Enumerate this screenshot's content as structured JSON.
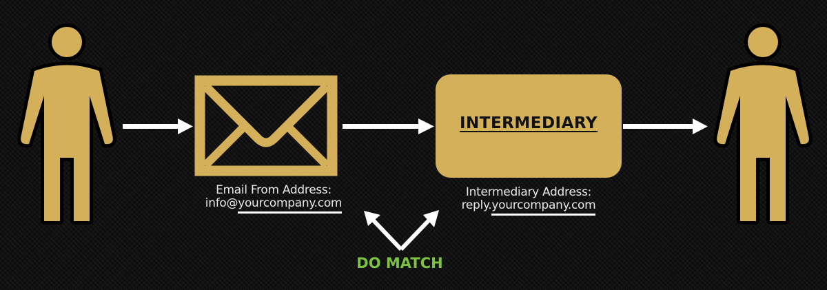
{
  "colors": {
    "accent": "#d4b05a",
    "arrow": "#ffffff",
    "match": "#7dc242",
    "background": "#111111"
  },
  "nodes": {
    "sender": {
      "icon": "person-icon"
    },
    "email": {
      "icon": "envelope-icon",
      "caption_line1": "Email From Address:",
      "caption_prefix": "info@",
      "caption_domain": "yourcompany.com"
    },
    "intermediary": {
      "title": "INTERMEDIARY",
      "caption_line1": "Intermediary Address:",
      "caption_prefix": "reply.",
      "caption_domain": "yourcompany.com"
    },
    "recipient": {
      "icon": "person-icon"
    }
  },
  "match_label": "DO MATCH"
}
